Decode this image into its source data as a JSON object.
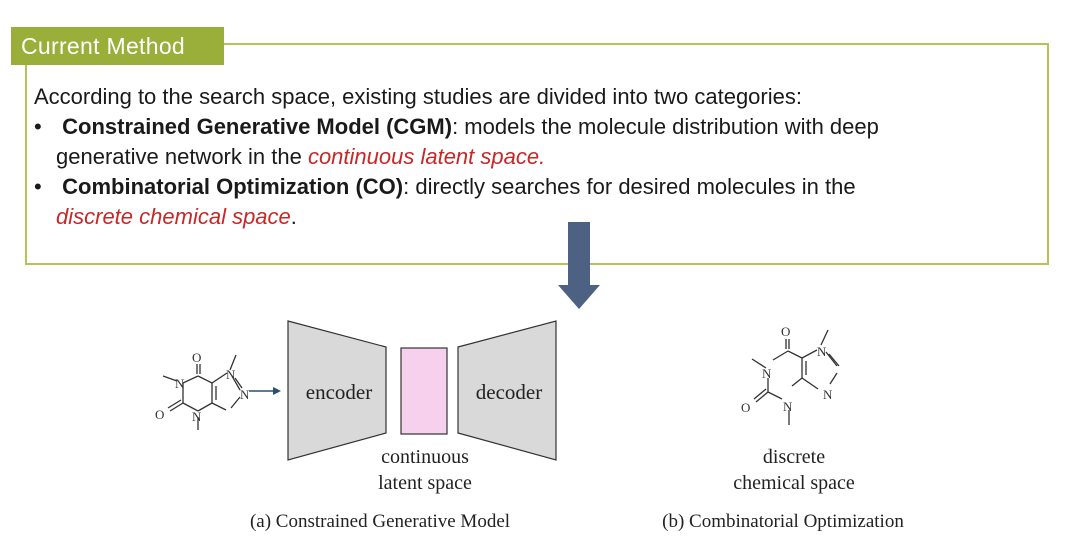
{
  "header": {
    "tag": "Current Method"
  },
  "intro": "According to the search space, existing studies are divided into two categories:",
  "bullets": [
    {
      "dot": "•",
      "title": "Constrained Generative Model (CGM)",
      "rest": ": models the molecule distribution with deep",
      "line2_plain": "generative network in the ",
      "line2_red": "continuous latent space."
    },
    {
      "dot": "•",
      "title": "Combinatorial Optimization (CO)",
      "rest": ": directly searches for desired molecules in the",
      "line2_red": "discrete chemical space",
      "line2_end": "."
    }
  ],
  "diagram": {
    "encoder": "encoder",
    "decoder": "decoder",
    "latent_l1": "continuous",
    "latent_l2": "latent space",
    "discrete_l1": "discrete",
    "discrete_l2": "chemical space",
    "caption_a": "(a) Constrained Generative Model",
    "caption_b": "(b) Combinatorial Optimization",
    "atoms": {
      "O": "O",
      "N": "N"
    }
  },
  "colors": {
    "accent": "#9aaf3a",
    "border": "#b5c35a",
    "arrow": "#4d6283",
    "latent": "#f6d0ec",
    "trapezoid": "#d9d9d9",
    "red": "#c62828"
  }
}
